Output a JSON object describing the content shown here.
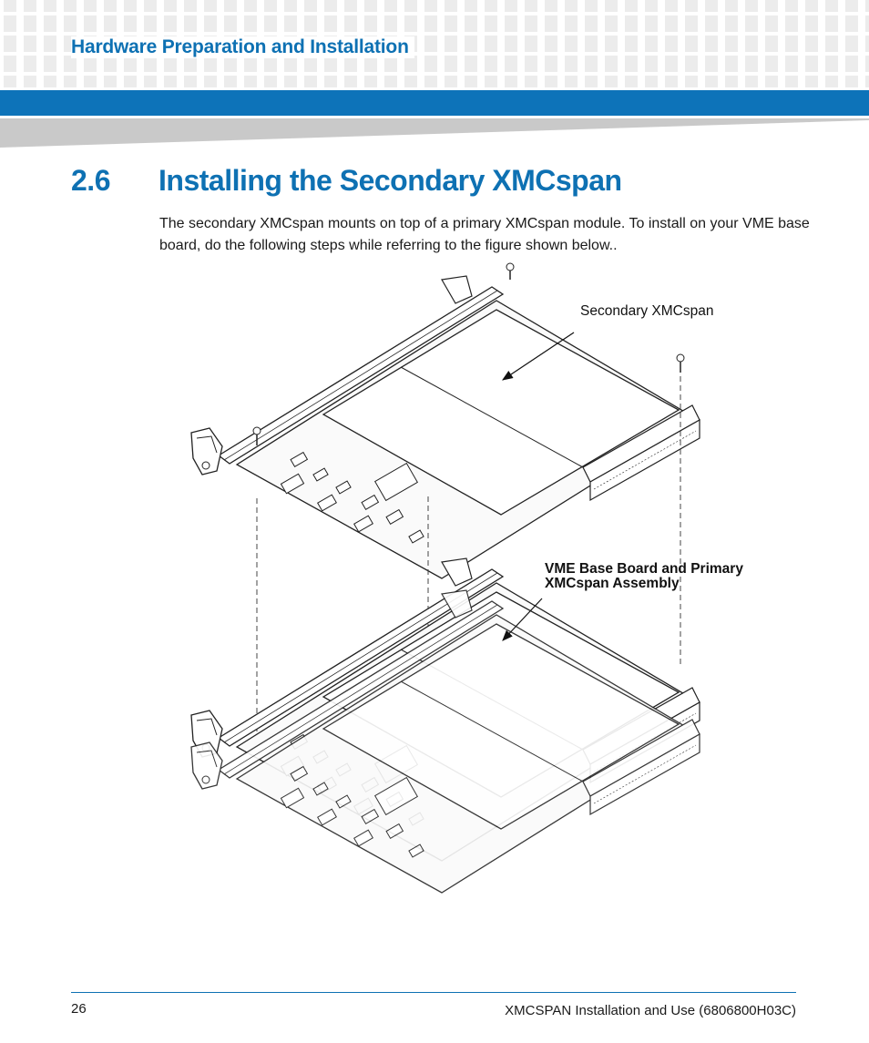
{
  "header": {
    "section_title": "Hardware Preparation and Installation"
  },
  "section": {
    "number": "2.6",
    "title": "Installing the Secondary XMCspan"
  },
  "body": {
    "paragraph": "The secondary XMCspan mounts on top of a primary XMCspan module. To install on your VME base board, do the following steps while referring to the figure shown below.."
  },
  "figure": {
    "label_secondary": "Secondary XMCspan",
    "label_primary_line1": "VME Base Board and Primary",
    "label_primary_line2": "XMCspan Assembly"
  },
  "footer": {
    "page_number": "26",
    "document": "XMCSPAN Installation and Use (6806800H03C)"
  },
  "colors": {
    "brand_blue": "#0d73b9",
    "heading_blue": "#0e71b3",
    "band_gray": "#c8c8c8"
  }
}
